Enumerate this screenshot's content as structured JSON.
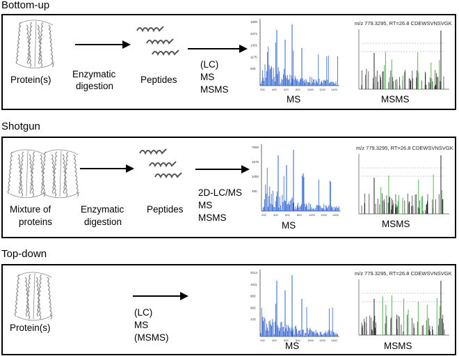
{
  "sections": [
    {
      "title": "Bottom-up",
      "protein_label": "Protein(s)",
      "digestion_label": [
        "Enzymatic",
        "digestion"
      ],
      "peptides_label": "Peptides",
      "methods": [
        "(LC)",
        "MS",
        "MSMS"
      ],
      "ms_label": "MS",
      "msms_label": "MSMS",
      "msms_header": "m/z 779.3295, RT=26.8 CDEWSVNSVGK",
      "ms_yticks": [
        "1900",
        "2371",
        "1431",
        "1175",
        "625"
      ]
    },
    {
      "title": "Shotgun",
      "protein_label": [
        "Mixture of",
        "proteins"
      ],
      "digestion_label": [
        "Enzymatic",
        "digestion"
      ],
      "peptides_label": "Peptides",
      "methods": [
        "2D-LC/MS",
        "MS",
        "MSMS"
      ],
      "ms_label": "MS",
      "msms_label": "MSMS",
      "msms_header": "m/z 779.3295, RT=26.8 CDEWSVNSVGK",
      "ms_yticks": [
        "7000",
        "1575",
        "1000",
        "450"
      ]
    },
    {
      "title": "Top-down",
      "protein_label": "Protein(s)",
      "methods": [
        "(LC)",
        "MS",
        "(MSMS)"
      ],
      "ms_label": "MS",
      "msms_label": "MSMS",
      "msms_header": "m/z 779.3295, RT=26.8 CDEWSVNSVGK",
      "ms_yticks": [
        "2014",
        "1611",
        "900",
        "683",
        "470"
      ]
    }
  ],
  "colors": {
    "ms_blue": "#2a5fd0",
    "msms_green": "#3cb043",
    "msms_black": "#222222",
    "protein_gray": "#8a8a8a"
  }
}
